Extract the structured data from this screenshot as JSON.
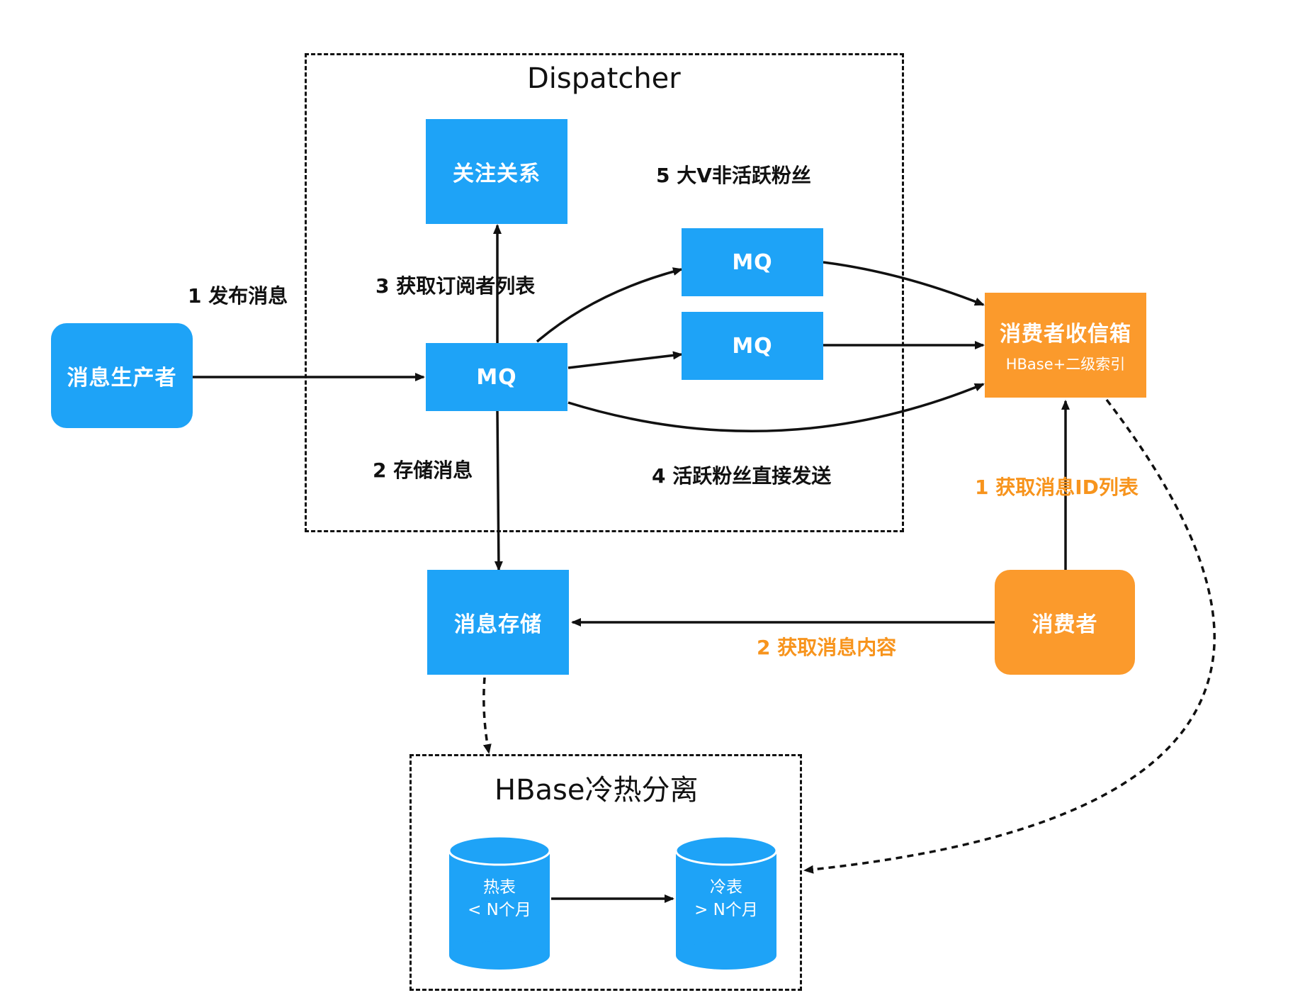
{
  "dispatcher": {
    "title": "Dispatcher",
    "follow_relation": "关注关系",
    "mq_main": "MQ",
    "mq_top": "MQ",
    "mq_mid": "MQ"
  },
  "producer": {
    "label": "消息生产者"
  },
  "inbox": {
    "title": "消费者收信箱",
    "subtitle": "HBase+二级索引"
  },
  "consumer": {
    "label": "消费者"
  },
  "storage": {
    "label": "消息存储"
  },
  "hbase": {
    "title": "HBase冷热分离",
    "hot": {
      "line1": "热表",
      "line2": "< N个月"
    },
    "cold": {
      "line1": "冷表",
      "line2": "> N个月"
    }
  },
  "steps": {
    "publish": "1 发布消息",
    "store": "2 存储消息",
    "subscribers": "3 获取订阅者列表",
    "active_direct": "4 活跃粉丝直接发送",
    "bigv_inactive": "5 大V非活跃粉丝",
    "get_id_list": "1 获取消息ID列表",
    "get_content": "2 获取消息内容"
  },
  "colors": {
    "blue": "#1ea3f7",
    "orange": "#fb9a2c",
    "orange_text": "#f7941d",
    "line": "#111111"
  }
}
